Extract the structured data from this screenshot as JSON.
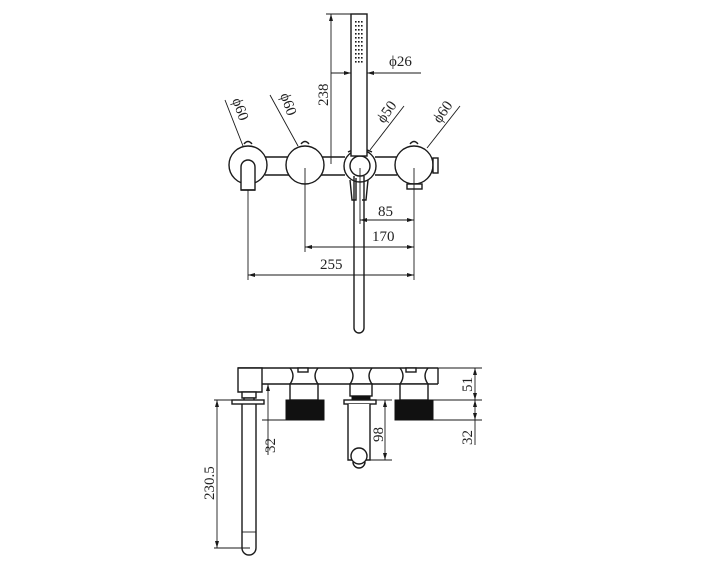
{
  "title": "Wall mounted bath mixer with hand shower - dimension drawing",
  "colors": {
    "line": "#1a1a1a",
    "background": "#ffffff",
    "text": "#222222"
  },
  "front_view": {
    "labels": {
      "hand_shower_diameter": "ϕ26",
      "hand_shower_height": "238",
      "handle_1_diameter": "ϕ60",
      "handle_2_diameter": "ϕ60",
      "holder_diameter": "ϕ50",
      "handle_3_diameter": "ϕ60",
      "spacing_small": "85",
      "spacing_mid": "170",
      "spacing_total": "255"
    }
  },
  "side_view": {
    "labels": {
      "spout_length": "230.5",
      "handle_depth_left": "32",
      "holder_projection": "98",
      "body_height": "51",
      "handle_depth_right": "32"
    }
  }
}
